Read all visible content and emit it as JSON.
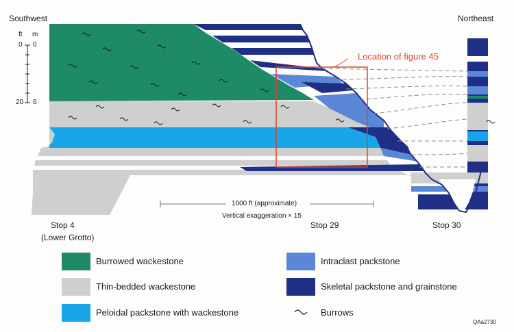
{
  "direction": {
    "left": "Southwest",
    "right": "Northeast"
  },
  "scale": {
    "unit_ft": "ft",
    "unit_m": "m",
    "ticks_ft": [
      "0",
      "20"
    ],
    "ticks_m": [
      "0",
      "6"
    ]
  },
  "horizontal_scale": {
    "label": "1000 ft (approximate)",
    "exaggeration": "Vertical exaggeration × 15"
  },
  "callout": {
    "label": "Location of figure 45",
    "color": "#e0442a"
  },
  "stops": [
    {
      "name": "Stop 4",
      "sub": "(Lower Grotto)"
    },
    {
      "name": "Stop 29"
    },
    {
      "name": "Stop 30"
    }
  ],
  "legend": [
    {
      "label": "Burrowed wackestone",
      "color": "#1f8a66"
    },
    {
      "label": "Thin-bedded wackestone",
      "color": "#cfcfcd"
    },
    {
      "label": "Peloidal packstone with wackestone",
      "color": "#19a6e8"
    },
    {
      "label": "Intraclast packstone",
      "color": "#5b88d6"
    },
    {
      "label": "Skeletal packstone and grainstone",
      "color": "#1f2f86"
    },
    {
      "label": "Burrows",
      "icon": "burrow-icon"
    }
  ],
  "figure_id": "QAa2730"
}
